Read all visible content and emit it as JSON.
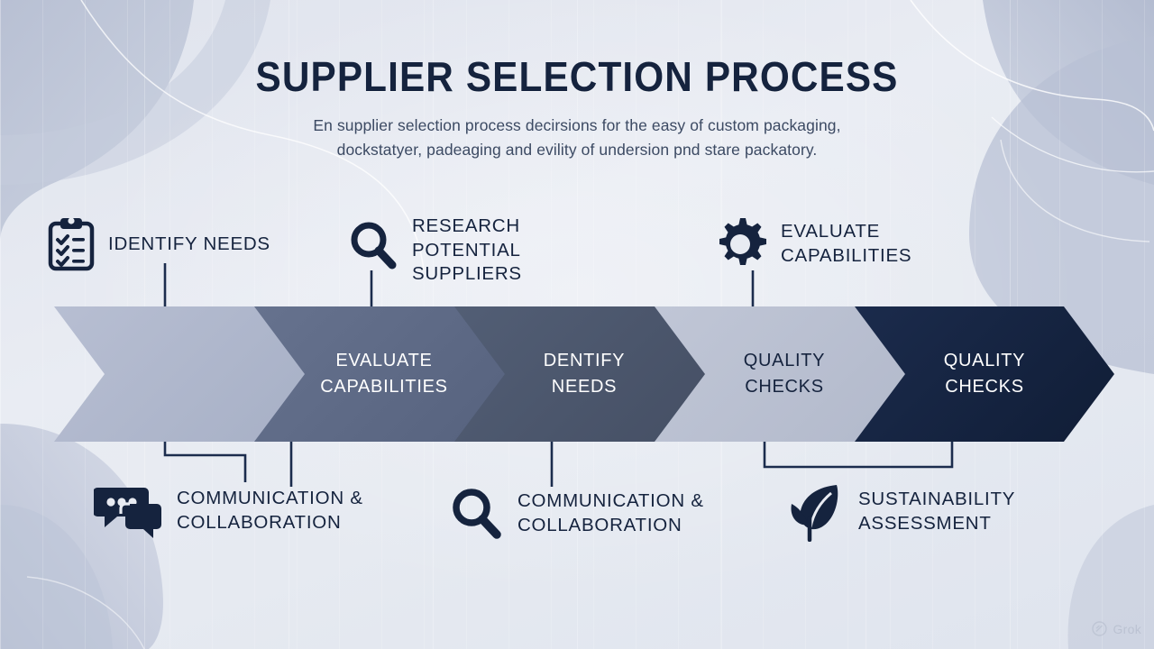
{
  "header": {
    "title": "SUPPLIER SELECTION PROCESS",
    "subtitle_line1": "En supplier selection process decirsions for the easy of custom packaging,",
    "subtitle_line2": "dockstatyer, padeaging and evility of undersion pnd  stare packatory."
  },
  "chevrons": [
    {
      "label_line1": "",
      "label_line2": "",
      "fill": "#aeb6cb",
      "text_color": "#15233e"
    },
    {
      "label_line1": "EVALUATE",
      "label_line2": "CAPABILITIES",
      "fill": "#5d6a87",
      "text_color": "#ffffff"
    },
    {
      "label_line1": "DENTIFY",
      "label_line2": "NEEDS",
      "fill": "#4d596f",
      "text_color": "#ffffff"
    },
    {
      "label_line1": "QUALITY",
      "label_line2": "CHECKS",
      "fill": "#b9c0d0",
      "text_color": "#15233e"
    },
    {
      "label_line1": "QUALITY",
      "label_line2": "CHECKS",
      "fill": "#14233f",
      "text_color": "#ffffff"
    }
  ],
  "top_labels": [
    {
      "icon": "clipboard-checklist-icon",
      "line1": "IDENTIFY NEEDS",
      "line2": "",
      "line3": ""
    },
    {
      "icon": "magnifier-icon",
      "line1": "RESEARCH",
      "line2": "POTENTIAL",
      "line3": "SUPPLIERS"
    },
    {
      "icon": "gear-icon",
      "line1": "EVALUATE",
      "line2": "CAPABILITIES",
      "line3": ""
    }
  ],
  "bottom_labels": [
    {
      "icon": "chat-bubbles-icon",
      "line1": "COMMUNICATION &",
      "line2": "COLLABORATION"
    },
    {
      "icon": "magnifier-icon",
      "line1": "COMMUNICATION &",
      "line2": "COLLABORATION"
    },
    {
      "icon": "leaf-icon",
      "line1": "SUSTAINABILITY",
      "line2": "ASSESSMENT"
    }
  ],
  "watermark": {
    "label": "Grok"
  },
  "colors": {
    "ink": "#15233e",
    "accent_dark": "#14233f",
    "page_bg": "#e8ebf2"
  }
}
